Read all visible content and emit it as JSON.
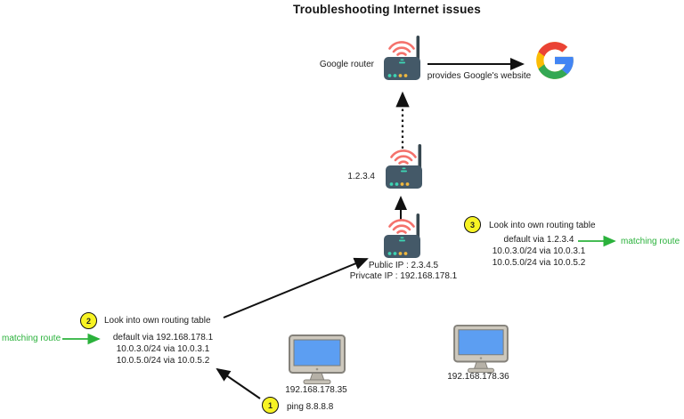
{
  "title": "Troubleshooting Internet issues",
  "colors": {
    "accent_green": "#2bb23c",
    "step_yellow": "#f7f324",
    "router_body": "#445968",
    "wifi_red": "#f4726c",
    "led_teal": "#3ed3b2",
    "dot_amber": "#efb83f",
    "screen_blue": "#5c9ef2",
    "google_blue": "#4285F4",
    "google_red": "#EA4335",
    "google_yellow": "#FBBC05",
    "google_green": "#34A853"
  },
  "nodes": {
    "google_router": {
      "label": "Google router"
    },
    "isp_router": {
      "label": "1.2.3.4"
    },
    "home_router": {
      "public_ip": "Public IP : 2.3.4.5",
      "private_ip": "Privcate IP : 192.168.178.1"
    },
    "computer_left": {
      "ip": "192.168.178.35"
    },
    "computer_right": {
      "ip": "192.168.178.36"
    }
  },
  "edges": {
    "provides_label": "provides Google's website"
  },
  "steps": [
    {
      "number": "1",
      "label": "ping 8.8.8.8"
    },
    {
      "number": "2",
      "label": "Look into own routing table"
    },
    {
      "number": "3",
      "label": "Look into own routing table"
    }
  ],
  "routing_tables": {
    "left": {
      "rows": [
        "default via 192.168.178.1",
        "10.0.3.0/24 via 10.0.3.1",
        "10.0.5.0/24 via 10.0.5.2"
      ],
      "matching_label": "matching route"
    },
    "right": {
      "rows": [
        "default via 1.2.3.4",
        "10.0.3.0/24 via 10.0.3.1",
        "10.0.5.0/24 via 10.0.5.2"
      ],
      "matching_label": "matching route"
    }
  }
}
